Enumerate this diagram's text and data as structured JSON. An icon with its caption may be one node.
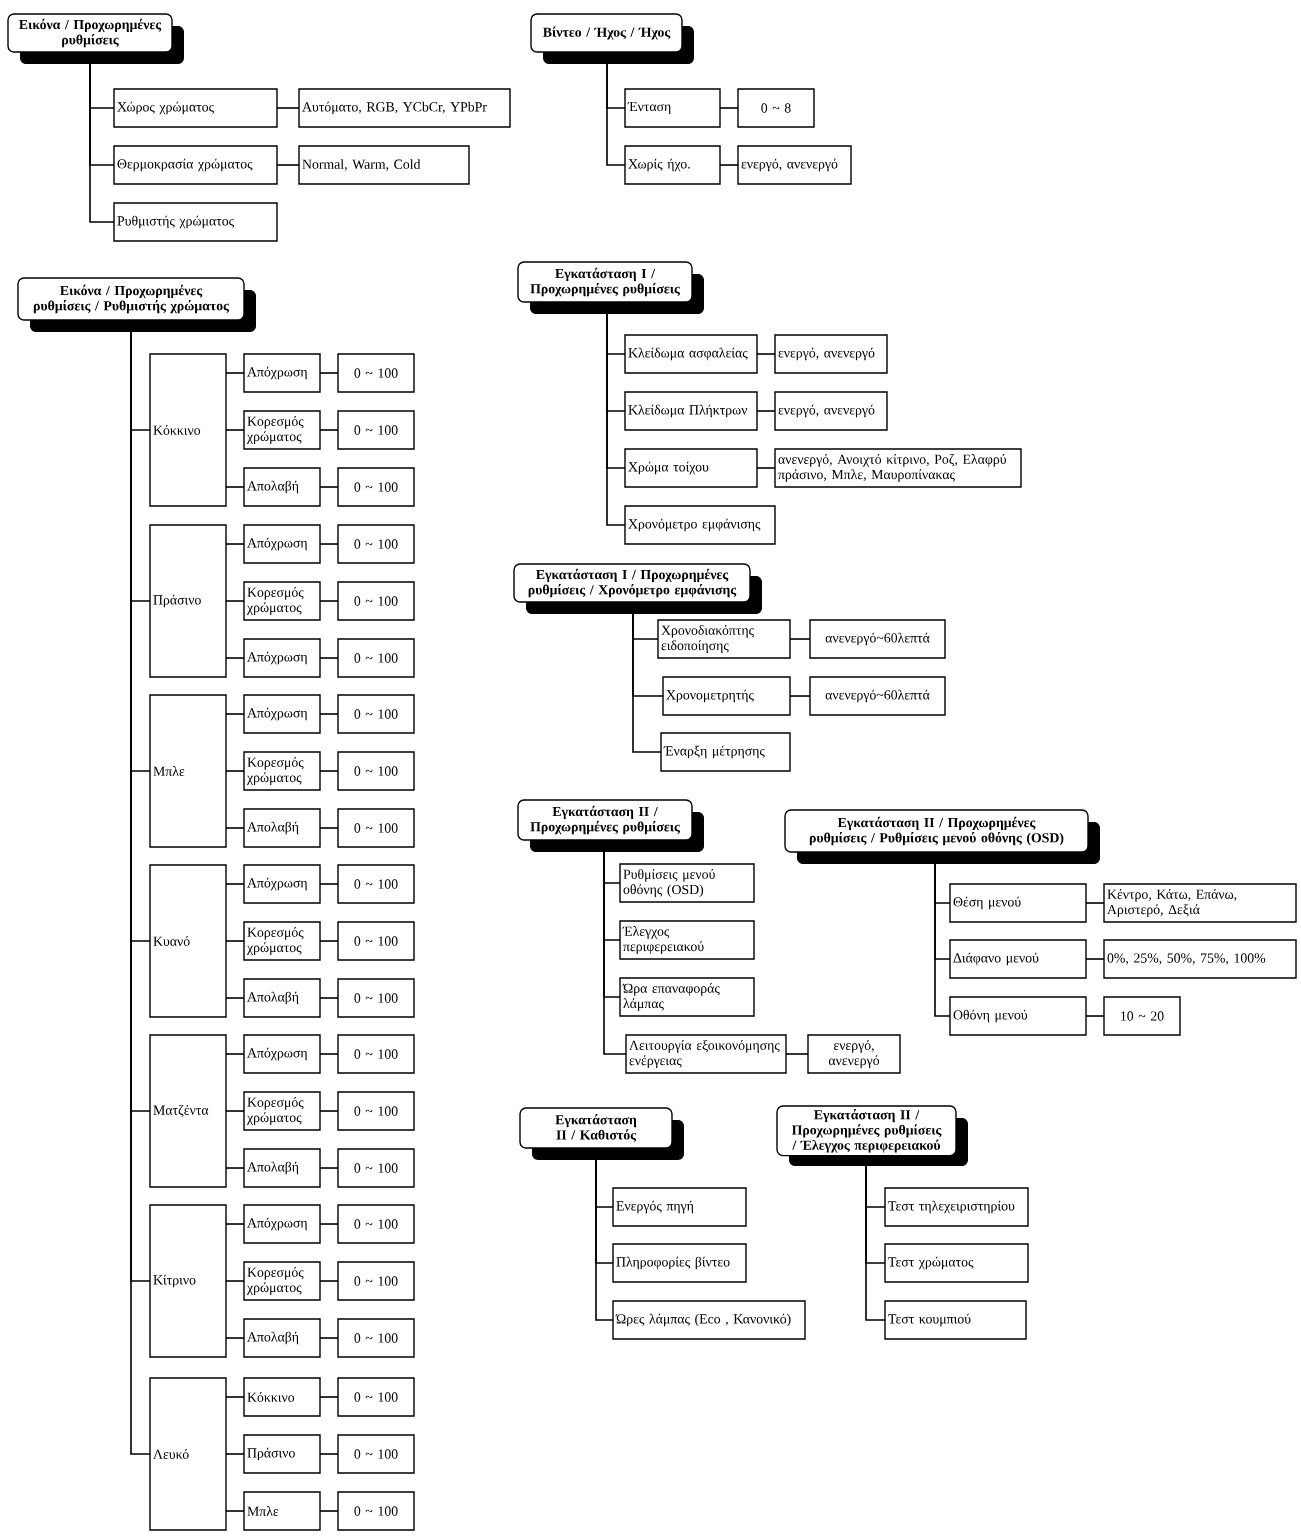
{
  "diagram": {
    "nodes": [
      {
        "text": [
          "Εικόνα / Προχωρημένες ρυθμίσεις"
        ]
      },
      {
        "text": [
          "Χώρος χρώματος"
        ]
      },
      {
        "text": [
          "Αυτόματο, RGB, YCbCr, YPbPr"
        ]
      },
      {
        "text": [
          "Θερμοκρασία χρώματος"
        ]
      },
      {
        "text": [
          "Normal, Warm, Cold"
        ]
      },
      {
        "text": [
          "Ρυθμιστής χρώματος"
        ]
      },
      {
        "text": [
          "Βίντεο / Ήχος / Ήχος"
        ]
      },
      {
        "text": [
          "Ένταση"
        ]
      },
      {
        "text": [
          "0 ~ 8"
        ]
      },
      {
        "text": [
          "Χωρίς ήχο."
        ]
      },
      {
        "text": [
          "ενεργό, ανενεργό"
        ]
      },
      {
        "text": [
          "Εικόνα / Προχωρημένες ρυθμίσεις / Ρυθμιστής χρώματος"
        ]
      },
      {
        "text": [
          "Κόκκινο"
        ]
      },
      {
        "text": [
          "Απόχρωση"
        ]
      },
      {
        "text": [
          "0 ~ 100"
        ]
      },
      {
        "text": [
          "Κορεσμός χρώματος"
        ]
      },
      {
        "text": [
          "0 ~ 100"
        ]
      },
      {
        "text": [
          "Απολαβή"
        ]
      },
      {
        "text": [
          "0 ~ 100"
        ]
      },
      {
        "text": [
          "Πράσινο"
        ]
      },
      {
        "text": [
          "Απόχρωση"
        ]
      },
      {
        "text": [
          "0 ~ 100"
        ]
      },
      {
        "text": [
          "Κορεσμός χρώματος"
        ]
      },
      {
        "text": [
          "0 ~ 100"
        ]
      },
      {
        "text": [
          "Απόχρωση"
        ]
      },
      {
        "text": [
          "0 ~ 100"
        ]
      },
      {
        "text": [
          "Μπλε"
        ]
      },
      {
        "text": [
          "Απόχρωση"
        ]
      },
      {
        "text": [
          "0 ~ 100"
        ]
      },
      {
        "text": [
          "Κορεσμός χρώματος"
        ]
      },
      {
        "text": [
          "0 ~ 100"
        ]
      },
      {
        "text": [
          "Απολαβή"
        ]
      },
      {
        "text": [
          "0 ~ 100"
        ]
      },
      {
        "text": [
          "Κυανό"
        ]
      },
      {
        "text": [
          "Απόχρωση"
        ]
      },
      {
        "text": [
          "0 ~ 100"
        ]
      },
      {
        "text": [
          "Κορεσμός χρώματος"
        ]
      },
      {
        "text": [
          "0 ~ 100"
        ]
      },
      {
        "text": [
          "Απολαβή"
        ]
      },
      {
        "text": [
          "0 ~ 100"
        ]
      },
      {
        "text": [
          "Ματζέντα"
        ]
      },
      {
        "text": [
          "Απόχρωση"
        ]
      },
      {
        "text": [
          "0 ~ 100"
        ]
      },
      {
        "text": [
          "Κορεσμός χρώματος"
        ]
      },
      {
        "text": [
          "0 ~ 100"
        ]
      },
      {
        "text": [
          "Απολαβή"
        ]
      },
      {
        "text": [
          "0 ~ 100"
        ]
      },
      {
        "text": [
          "Κίτρινο"
        ]
      },
      {
        "text": [
          "Απόχρωση"
        ]
      },
      {
        "text": [
          "0 ~ 100"
        ]
      },
      {
        "text": [
          "Κορεσμός χρώματος"
        ]
      },
      {
        "text": [
          "0 ~ 100"
        ]
      },
      {
        "text": [
          "Απολαβή"
        ]
      },
      {
        "text": [
          "0 ~ 100"
        ]
      },
      {
        "text": [
          "Λευκό"
        ]
      },
      {
        "text": [
          "Κόκκινο"
        ]
      },
      {
        "text": [
          "0 ~ 100"
        ]
      },
      {
        "text": [
          "Πράσινο"
        ]
      },
      {
        "text": [
          "0 ~ 100"
        ]
      },
      {
        "text": [
          "Μπλε"
        ]
      },
      {
        "text": [
          "0 ~ 100"
        ]
      },
      {
        "text": [
          "Εγκατάσταση I / Προχωρημένες ρυθμίσεις"
        ]
      },
      {
        "text": [
          "Κλείδωμα ασφαλείας"
        ]
      },
      {
        "text": [
          "ενεργό, ανενεργό"
        ]
      },
      {
        "text": [
          "Κλείδωμα Πλήκτρων"
        ]
      },
      {
        "text": [
          "ενεργό, ανενεργό"
        ]
      },
      {
        "text": [
          "Χρώμα τοίχου"
        ]
      },
      {
        "text": [
          "ανενεργό, Ανοιχτό κίτρινο, Ροζ, Ελαφρύ πράσινο, Μπλε, Μαυροπίνακας"
        ]
      },
      {
        "text": [
          "Χρονόμετρο εμφάνισης"
        ]
      },
      {
        "text": [
          "Εγκατάσταση I / Προχωρημένες ρυθμίσεις / Χρονόμετρο εμφάνισης"
        ]
      },
      {
        "text": [
          "Χρονοδιακόπτης ειδοποίησης"
        ]
      },
      {
        "text": [
          "ανενεργό~60λεπτά"
        ]
      },
      {
        "text": [
          "Χρονομετρητής"
        ]
      },
      {
        "text": [
          "ανενεργό~60λεπτά"
        ]
      },
      {
        "text": [
          "Έναρξη μέτρησης"
        ]
      },
      {
        "text": [
          "Εγκατάσταση II / Προχωρημένες ρυθμίσεις"
        ]
      },
      {
        "text": [
          "Ρυθμίσεις μενού οθόνης (OSD)"
        ]
      },
      {
        "text": [
          "Έλεγχος περιφερειακού"
        ]
      },
      {
        "text": [
          "Ώρα επαναφοράς λάμπας"
        ]
      },
      {
        "text": [
          "Λειτουργία εξοικονόμησης ενέργειας"
        ]
      },
      {
        "text": [
          "ενεργό, ανενεργό"
        ]
      },
      {
        "text": [
          "Εγκατάσταση II / Προχωρημένες ρυθμίσεις / Ρυθμίσεις μενού οθόνης (OSD)"
        ]
      },
      {
        "text": [
          "Θέση μενού"
        ]
      },
      {
        "text": [
          "Κέντρο, Κάτω, Επάνω, Αριστερό, Δεξιά"
        ]
      },
      {
        "text": [
          "Διάφανο μενού"
        ]
      },
      {
        "text": [
          "0%, 25%, 50%, 75%, 100%"
        ]
      },
      {
        "text": [
          "Οθόνη μενού"
        ]
      },
      {
        "text": [
          "10 ~ 20"
        ]
      },
      {
        "text": [
          "Εγκατάσταση II / Καθιστός"
        ]
      },
      {
        "text": [
          "Ενεργός πηγή"
        ]
      },
      {
        "text": [
          "Πληροφορίες βίντεο"
        ]
      },
      {
        "text": [
          "Ώρες λάμπας (Eco , Κανονικό)"
        ]
      },
      {
        "text": [
          "Εγκατάσταση II / Προχωρημένες ρυθμίσεις / Έλεγχος περιφερειακού"
        ]
      },
      {
        "text": [
          "Τεστ τηλεχειριστηρίου"
        ]
      },
      {
        "text": [
          "Τεστ χρώματος"
        ]
      },
      {
        "text": [
          "Τεστ κουμπιού"
        ]
      }
    ],
    "edges": [
      {
        "from": 0,
        "to": 1,
        "arrow": "none"
      },
      {
        "from": 1,
        "to": 2,
        "arrow": "none"
      },
      {
        "from": 0,
        "to": 3,
        "arrow": "none"
      },
      {
        "from": 3,
        "to": 4,
        "arrow": "none"
      },
      {
        "from": 0,
        "to": 5,
        "arrow": "none"
      },
      {
        "from": 6,
        "to": 7,
        "arrow": "none"
      },
      {
        "from": 7,
        "to": 8,
        "arrow": "none"
      },
      {
        "from": 6,
        "to": 9,
        "arrow": "none"
      },
      {
        "from": 9,
        "to": 10,
        "arrow": "none"
      },
      {
        "from": 11,
        "to": 12,
        "arrow": "none"
      },
      {
        "from": 12,
        "to": 13,
        "arrow": "none"
      },
      {
        "from": 13,
        "to": 14,
        "arrow": "none"
      },
      {
        "from": 12,
        "to": 15,
        "arrow": "none"
      },
      {
        "from": 15,
        "to": 16,
        "arrow": "none"
      },
      {
        "from": 12,
        "to": 17,
        "arrow": "none"
      },
      {
        "from": 17,
        "to": 18,
        "arrow": "none"
      },
      {
        "from": 11,
        "to": 19,
        "arrow": "none"
      },
      {
        "from": 19,
        "to": 20,
        "arrow": "none"
      },
      {
        "from": 20,
        "to": 21,
        "arrow": "none"
      },
      {
        "from": 19,
        "to": 22,
        "arrow": "none"
      },
      {
        "from": 22,
        "to": 23,
        "arrow": "none"
      },
      {
        "from": 19,
        "to": 24,
        "arrow": "none"
      },
      {
        "from": 24,
        "to": 25,
        "arrow": "none"
      },
      {
        "from": 11,
        "to": 26,
        "arrow": "none"
      },
      {
        "from": 26,
        "to": 27,
        "arrow": "none"
      },
      {
        "from": 27,
        "to": 28,
        "arrow": "none"
      },
      {
        "from": 26,
        "to": 29,
        "arrow": "none"
      },
      {
        "from": 29,
        "to": 30,
        "arrow": "none"
      },
      {
        "from": 26,
        "to": 31,
        "arrow": "none"
      },
      {
        "from": 31,
        "to": 32,
        "arrow": "none"
      },
      {
        "from": 11,
        "to": 33,
        "arrow": "none"
      },
      {
        "from": 33,
        "to": 34,
        "arrow": "none"
      },
      {
        "from": 34,
        "to": 35,
        "arrow": "none"
      },
      {
        "from": 33,
        "to": 36,
        "arrow": "none"
      },
      {
        "from": 36,
        "to": 37,
        "arrow": "none"
      },
      {
        "from": 33,
        "to": 38,
        "arrow": "none"
      },
      {
        "from": 38,
        "to": 39,
        "arrow": "none"
      },
      {
        "from": 11,
        "to": 40,
        "arrow": "none"
      },
      {
        "from": 40,
        "to": 41,
        "arrow": "none"
      },
      {
        "from": 41,
        "to": 42,
        "arrow": "none"
      },
      {
        "from": 40,
        "to": 43,
        "arrow": "none"
      },
      {
        "from": 43,
        "to": 44,
        "arrow": "none"
      },
      {
        "from": 40,
        "to": 45,
        "arrow": "none"
      },
      {
        "from": 45,
        "to": 46,
        "arrow": "none"
      },
      {
        "from": 11,
        "to": 47,
        "arrow": "none"
      },
      {
        "from": 47,
        "to": 48,
        "arrow": "none"
      },
      {
        "from": 48,
        "to": 49,
        "arrow": "none"
      },
      {
        "from": 47,
        "to": 50,
        "arrow": "none"
      },
      {
        "from": 50,
        "to": 51,
        "arrow": "none"
      },
      {
        "from": 47,
        "to": 52,
        "arrow": "none"
      },
      {
        "from": 52,
        "to": 53,
        "arrow": "none"
      },
      {
        "from": 11,
        "to": 54,
        "arrow": "none"
      },
      {
        "from": 54,
        "to": 55,
        "arrow": "none"
      },
      {
        "from": 55,
        "to": 56,
        "arrow": "none"
      },
      {
        "from": 54,
        "to": 57,
        "arrow": "none"
      },
      {
        "from": 57,
        "to": 58,
        "arrow": "none"
      },
      {
        "from": 54,
        "to": 59,
        "arrow": "none"
      },
      {
        "from": 59,
        "to": 60,
        "arrow": "none"
      },
      {
        "from": 61,
        "to": 62,
        "arrow": "none"
      },
      {
        "from": 62,
        "to": 63,
        "arrow": "none"
      },
      {
        "from": 61,
        "to": 64,
        "arrow": "none"
      },
      {
        "from": 64,
        "to": 65,
        "arrow": "none"
      },
      {
        "from": 61,
        "to": 66,
        "arrow": "none"
      },
      {
        "from": 66,
        "to": 67,
        "arrow": "none"
      },
      {
        "from": 61,
        "to": 68,
        "arrow": "none"
      },
      {
        "from": 69,
        "to": 70,
        "arrow": "none"
      },
      {
        "from": 70,
        "to": 71,
        "arrow": "none"
      },
      {
        "from": 69,
        "to": 72,
        "arrow": "none"
      },
      {
        "from": 72,
        "to": 73,
        "arrow": "none"
      },
      {
        "from": 69,
        "to": 74,
        "arrow": "none"
      },
      {
        "from": 75,
        "to": 76,
        "arrow": "none"
      },
      {
        "from": 75,
        "to": 77,
        "arrow": "none"
      },
      {
        "from": 75,
        "to": 78,
        "arrow": "none"
      },
      {
        "from": 75,
        "to": 79,
        "arrow": "none"
      },
      {
        "from": 79,
        "to": 80,
        "arrow": "none"
      },
      {
        "from": 81,
        "to": 82,
        "arrow": "none"
      },
      {
        "from": 82,
        "to": 83,
        "arrow": "none"
      },
      {
        "from": 81,
        "to": 84,
        "arrow": "none"
      },
      {
        "from": 84,
        "to": 85,
        "arrow": "none"
      },
      {
        "from": 81,
        "to": 86,
        "arrow": "none"
      },
      {
        "from": 86,
        "to": 87,
        "arrow": "none"
      },
      {
        "from": 88,
        "to": 89,
        "arrow": "none"
      },
      {
        "from": 88,
        "to": 90,
        "arrow": "none"
      },
      {
        "from": 88,
        "to": 91,
        "arrow": "none"
      },
      {
        "from": 92,
        "to": 93,
        "arrow": "none"
      },
      {
        "from": 92,
        "to": 94,
        "arrow": "none"
      },
      {
        "from": 92,
        "to": 95,
        "arrow": "none"
      }
    ]
  }
}
